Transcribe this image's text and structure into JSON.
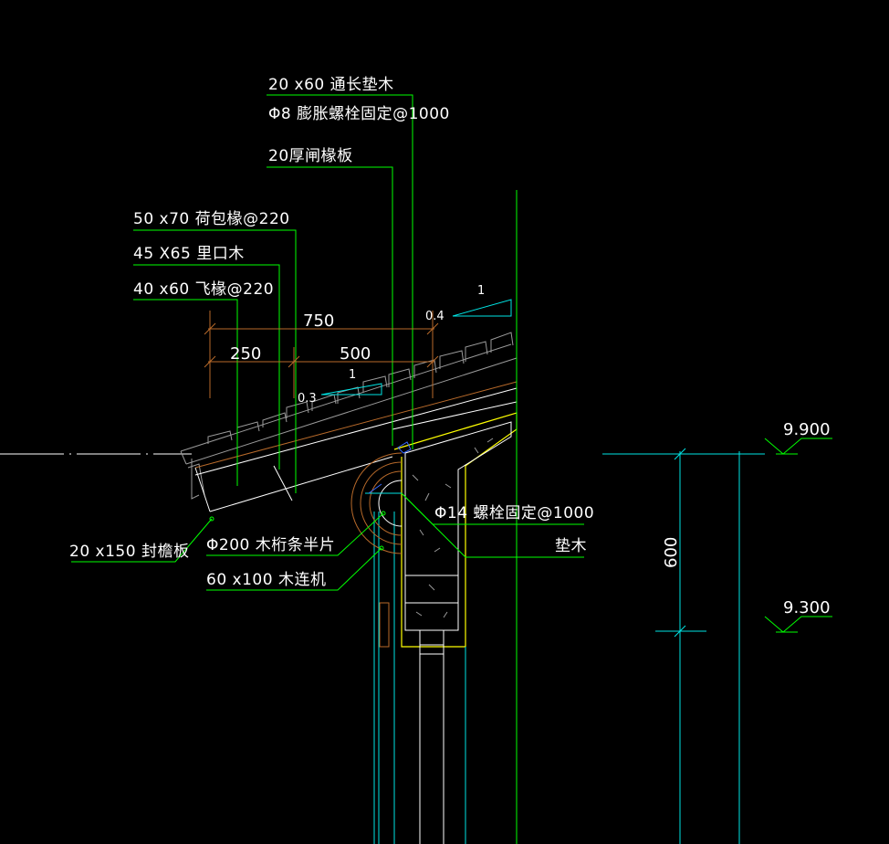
{
  "labels": {
    "strip": "20 x60 通长垫木",
    "bolt8": "Φ8 膨胀螺栓固定@1000",
    "board20": "20厚闸椽板",
    "rafter50": "50 x70 荷包椽@220",
    "limu": "45 X65 里口木",
    "fly": "40 x60 飞椽@220",
    "fascia": "20 x150 封檐板",
    "purlin": "Φ200 木桁条半片",
    "tie": "60 x100 木连机",
    "bolt14": "Φ14 螺栓固定@1000",
    "pad": "垫木"
  },
  "dimensions": {
    "d750": "750",
    "d250": "250",
    "d500": "500",
    "d600": "600"
  },
  "slopes": {
    "upper_run": "1",
    "upper_rise": "0.4",
    "lower_run": "1",
    "lower_rise": "0.3"
  },
  "elevations": {
    "top": "9.900",
    "bottom": "9.300"
  },
  "colors": {
    "background": "#000000",
    "leader": "#00ff00",
    "dimension": "#00e5e5",
    "concrete": "#ffff00",
    "text": "#ffffff"
  }
}
